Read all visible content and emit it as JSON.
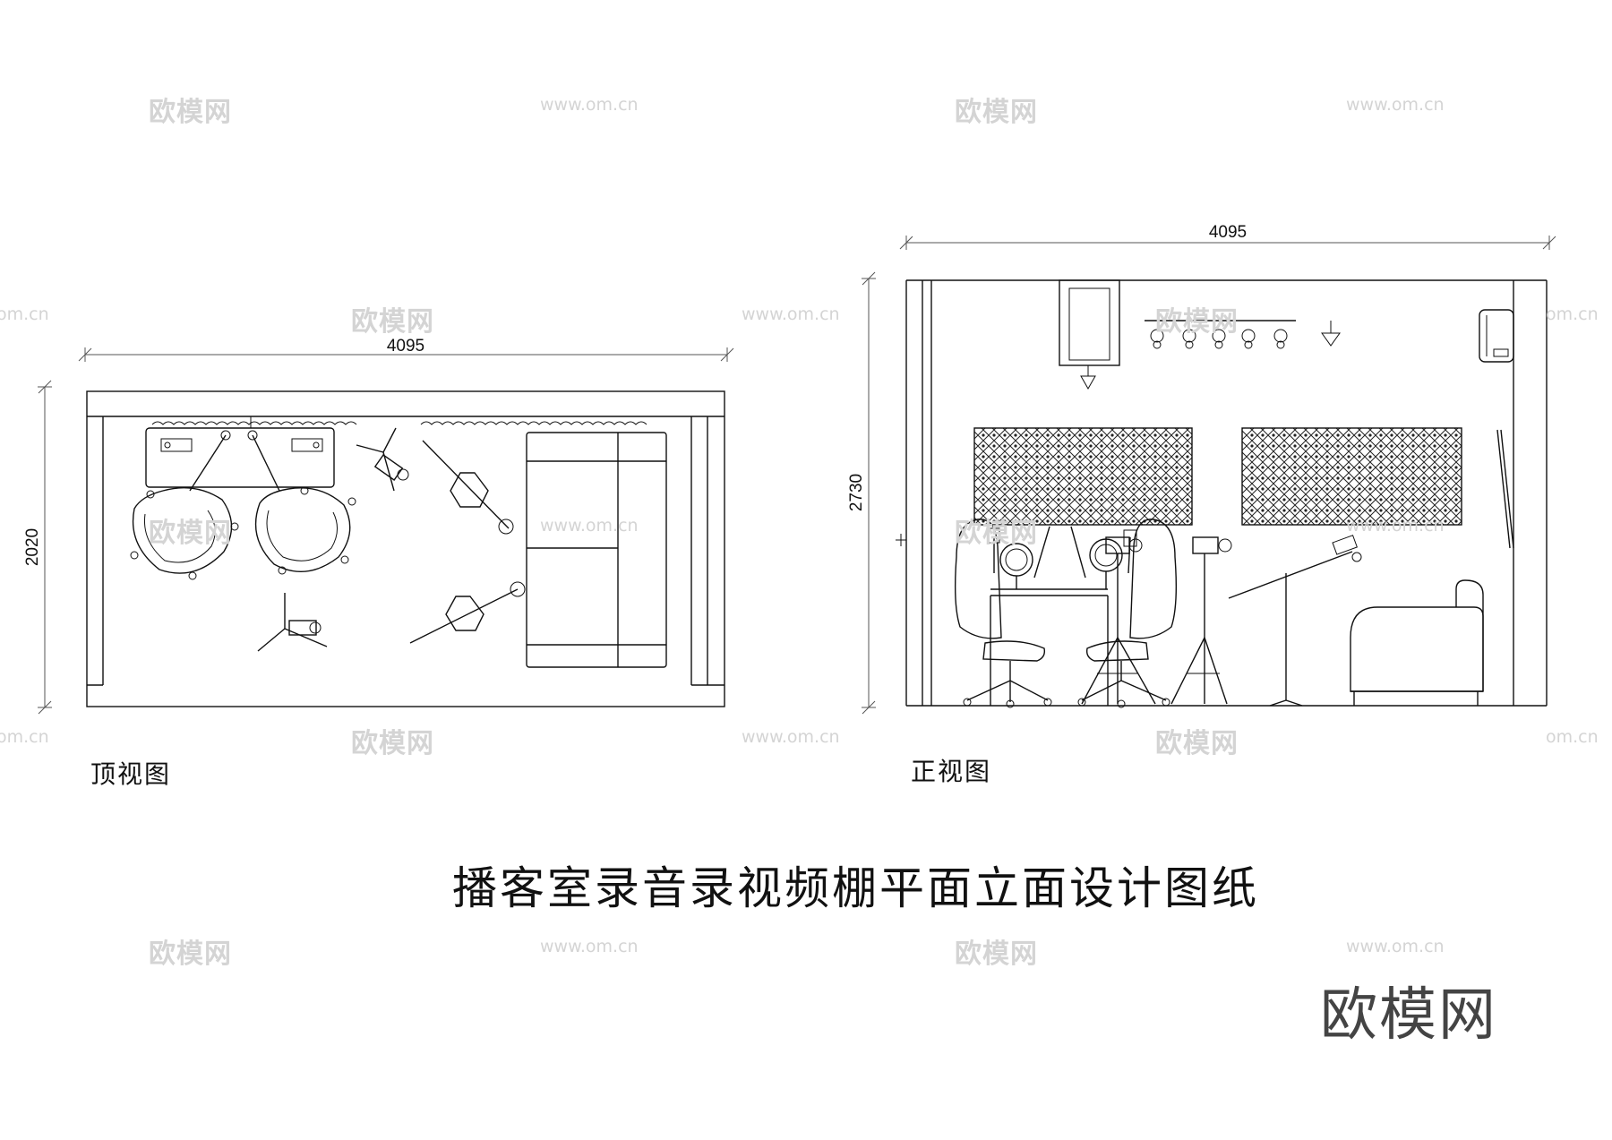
{
  "title": "播客室录音录视频棚平面立面设计图纸",
  "brand": "欧模网",
  "watermark": {
    "cn": "欧模网",
    "url": "www.om.cn",
    "url_short": "om.cn"
  },
  "top_view": {
    "label": "顶视图",
    "width_dim": "4095",
    "depth_dim": "2020",
    "furniture_icons": [
      "desk-icon",
      "office-chair-icon",
      "microphone-arm-icon",
      "camera-tripod-icon",
      "softbox-light-icon",
      "sofa-icon",
      "curtain-icon"
    ]
  },
  "front_view": {
    "label": "正视图",
    "width_dim": "4095",
    "height_dim": "2730",
    "furniture_icons": [
      "acoustic-panel-icon",
      "track-light-icon",
      "air-conditioner-icon",
      "office-chair-icon",
      "camera-tripod-icon",
      "boom-mic-stand-icon",
      "sofa-icon",
      "ring-light-icon"
    ]
  }
}
